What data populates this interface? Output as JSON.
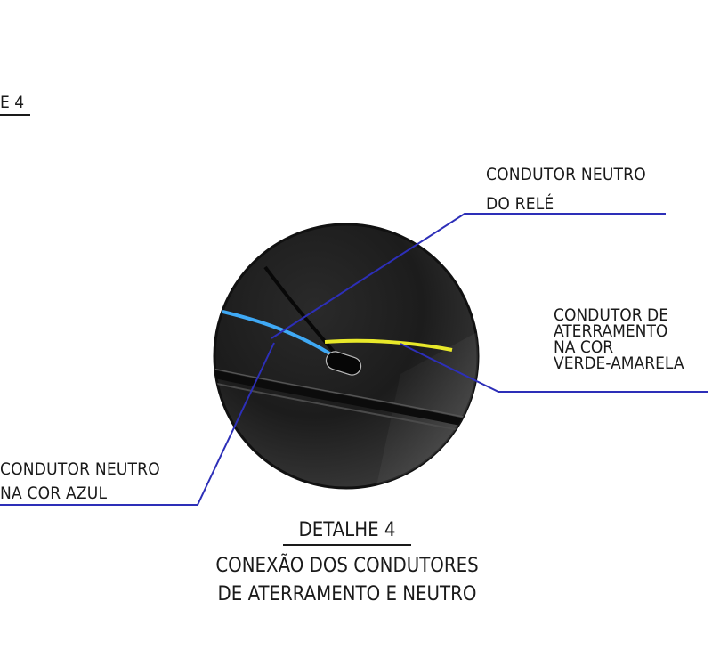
{
  "colors": {
    "leader_line": "#2d2fb8",
    "neutral_wire": "#3fa9f5",
    "ground_wire": "#e8e82a",
    "detail_fill_dark": "#1e1e1e",
    "detail_fill_light": "#5a5a5a",
    "text": "#1a1a1a"
  },
  "fragment_top_left": "E 4",
  "callouts": {
    "neutral_relay": {
      "line1": "CONDUTOR NEUTRO",
      "line2": "DO RELÉ"
    },
    "ground": {
      "line1": "CONDUTOR DE",
      "line2": "ATERRAMENTO",
      "line3": "NA COR",
      "line4": "VERDE-AMARELA"
    },
    "neutral_blue": {
      "line1": "CONDUTOR NEUTRO",
      "line2": "NA COR AZUL"
    }
  },
  "caption": {
    "title": "DETALHE 4",
    "line1": "CONEXÃO DOS CONDUTORES",
    "line2": "DE ATERRAMENTO E NEUTRO"
  }
}
